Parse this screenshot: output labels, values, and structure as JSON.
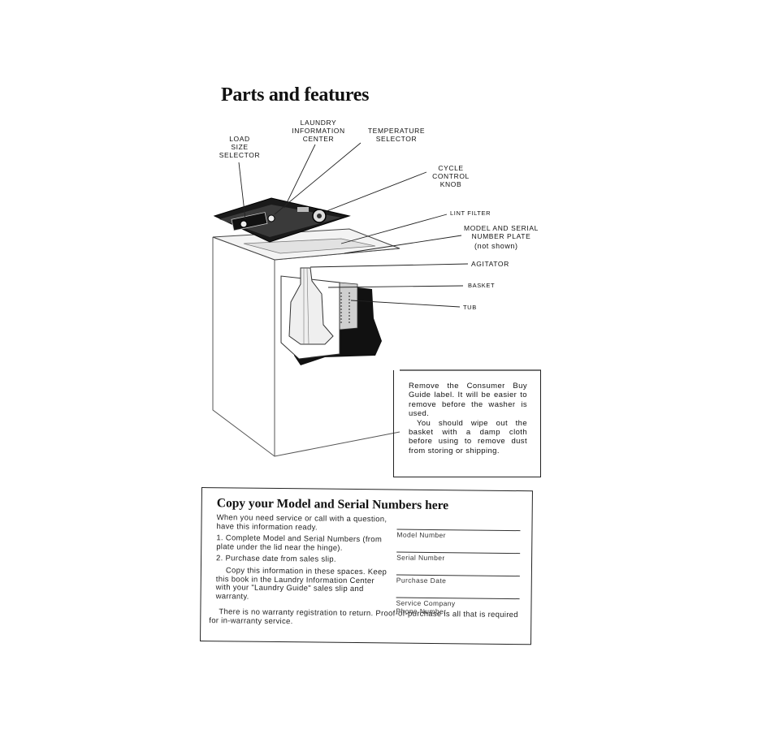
{
  "title": "Parts and features",
  "callouts": {
    "load_size": "LOAD\nSIZE\nSELECTOR",
    "laundry_info": "LAUNDRY\nINFORMATION\nCENTER",
    "temperature": "TEMPERATURE\nSELECTOR",
    "cycle_control": "CYCLE\nCONTROL\nKNOB",
    "lint_filter": "LINT FILTER",
    "model_serial_plate": "MODEL AND SERIAL\nNUMBER PLATE",
    "not_shown": "(not shown)",
    "agitator": "AGITATOR",
    "basket": "BASKET",
    "tub": "TUB"
  },
  "note": {
    "p1": "Remove the Consumer Buy Guide label. It will be easier to remove before the washer is used.",
    "p2": "You should wipe out the basket with a damp cloth before using to remove dust from storing or shipping."
  },
  "copy_section": {
    "title": "Copy your Model and Serial Numbers here",
    "intro": "When you need service or call with a question, have this information ready.",
    "item1": "1. Complete Model and Serial Numbers (from plate under the lid near the hinge).",
    "item2": "2. Purchase date from sales slip.",
    "copy_note": "Copy this information in these spaces. Keep this book in the Laundry Information Center with your \"Laundry Guide\" sales slip and warranty.",
    "warranty_note": "There is no warranty registration to return. Proof-of-purchase is all that is required for in-warranty service.",
    "fields": {
      "model": "Model Number",
      "serial": "Serial Number",
      "purchase": "Purchase Date",
      "service_company": "Service Company",
      "phone": "Phone Number"
    }
  }
}
